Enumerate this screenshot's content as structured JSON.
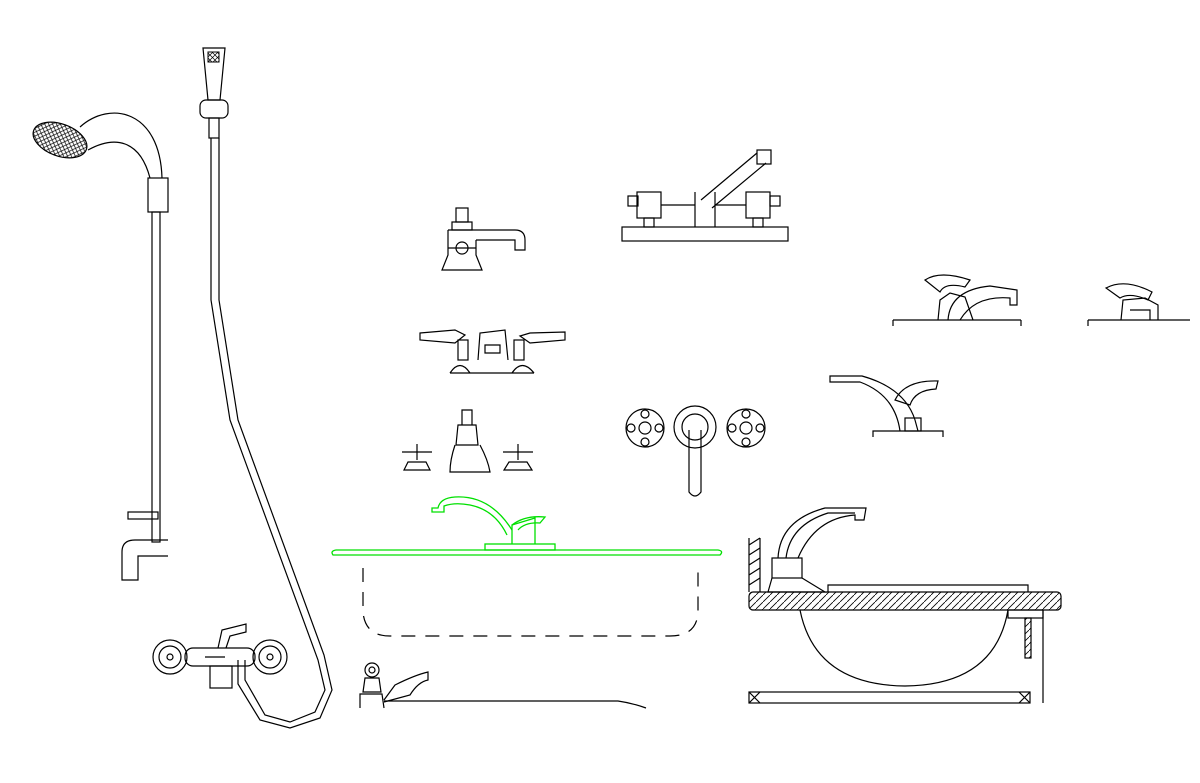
{
  "drawing": {
    "background": "#ffffff",
    "line_color": "#000000",
    "highlight_color": "#00e000",
    "items": [
      "shower-set-wall-mounted",
      "hand-shower-with-hose-and-mixer",
      "bath-faucet-cross-handle",
      "widespread-lever-faucet",
      "widespread-cross-handle-faucet",
      "kitchen-bridge-faucet",
      "wall-valve-trim",
      "single-lever-faucet-side",
      "single-lever-faucet-small",
      "single-lever-faucet-long-spout",
      "green-faucet-on-tub",
      "bathtub-dashed-outline",
      "tub-spout",
      "sink-section-with-faucet"
    ]
  }
}
